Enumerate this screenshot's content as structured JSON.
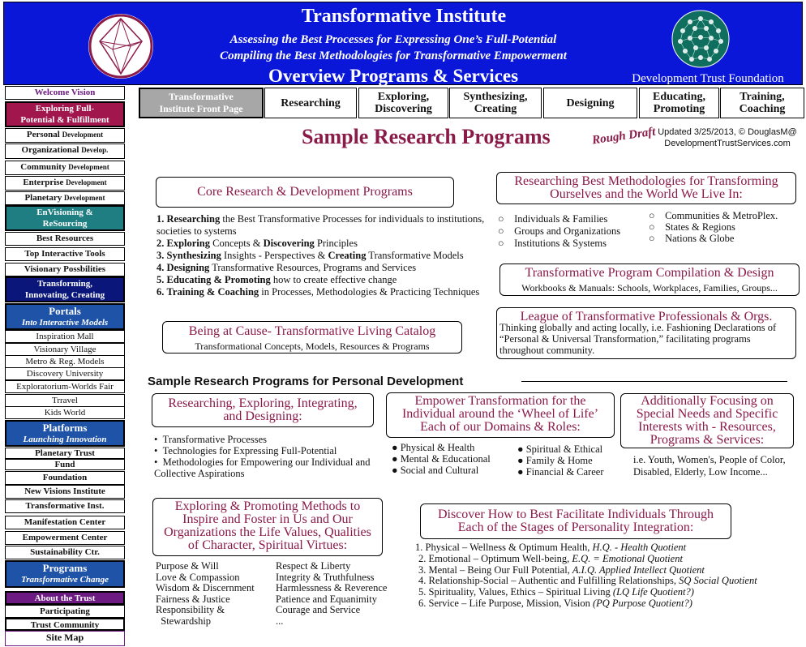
{
  "header": {
    "title": "Transformative Institute",
    "subtitle1": "Assessing the Best Processes for Expressing One’s Full-Potential",
    "subtitle2": "Compiling the Best Methodologies for Transformative Empowerment",
    "overview": "Overview Programs & Services",
    "org": "Development Trust Foundation"
  },
  "colors": {
    "header_bg": "#0a17d8",
    "maroon": "#8a1a48",
    "teal": "#1f7e82",
    "navy": "#0a167a",
    "blue": "#1f53a8",
    "purple": "#6d1a82"
  },
  "sidebar": {
    "welcome": "Welcome Vision",
    "exploring": [
      "Exploring Full-",
      "Potential & Fulfillment"
    ],
    "personal": "Personal",
    "personal_sub": "Development",
    "organizational": "Organizational",
    "organizational_sub": "Develop.",
    "community": "Community",
    "community_sub": "Development",
    "enterprise": "Enterprise",
    "enterprise_sub": "Development",
    "planetary": "Planetary",
    "planetary_sub": "Development",
    "envisioning": [
      "EnVisioning &",
      "ReSourcing"
    ],
    "best_resources": "Best Resources",
    "top_tools": "Top Interactive Tools",
    "visionary_poss": "Visionary Possbilities",
    "transforming": [
      "Transforming,",
      "Innovating, Creating"
    ],
    "portals": "Portals",
    "portals_sub": "Into Interactive Models",
    "portal_items": [
      "Inspiration Mall",
      "Visionary Village",
      "Metro & Reg. Models",
      "Discovery University",
      "Exploratorium-Worlds Fair",
      "Trravel",
      "Kids World"
    ],
    "platforms": "Platforms",
    "platforms_sub": "Launching Innovation",
    "planetary_trust": "Planetary Trust",
    "fund": "Fund",
    "foundation": "Foundation",
    "new_visions": "New Visions Institute",
    "transformative_inst": "Transformative Inst.",
    "manifestation": "Manifestation Center",
    "empowerment": "Empowerment Center",
    "sustainability": "Sustainability Ctr.",
    "programs": "Programs",
    "programs_sub": "Transformative Change",
    "about": "About the Trust",
    "participating": "Participating",
    "trust_community": "Trust Community",
    "site_map": "Site Map"
  },
  "tabs": {
    "front": [
      "Transformative",
      "Institute Front Page"
    ],
    "researching": "Researching",
    "exploring": [
      "Exploring,",
      "Discovering"
    ],
    "synthesizing": [
      "Synthesizing,",
      "Creating"
    ],
    "designing": "Designing",
    "educating": [
      "Educating,",
      "Promoting"
    ],
    "training": [
      "Training,",
      "Coaching"
    ]
  },
  "main": {
    "title": "Sample Research Programs",
    "rough": "Rough Draft",
    "updated": [
      "Updated 3/25/2013, © DouglasM@",
      "DevelopmentTrustServices.com"
    ],
    "core_box": "Core Research & Development Programs",
    "core_list": [
      {
        "n": "1.",
        "b": "Researching",
        "t": " the Best Transformative Processes for individuals to institutions, societies to systems"
      },
      {
        "n": "2.",
        "b": "Exploring",
        "t": " Concepts & ",
        "b2": "Discovering",
        "t2": " Principles"
      },
      {
        "n": "3.",
        "b": "Synthesizing",
        "t": " Insights - Perspectives & ",
        "b2": "Creating",
        "t2": " Transformative Models"
      },
      {
        "n": "4.",
        "b": "Designing",
        "t": " Transformative Resources, Programs and Services"
      },
      {
        "n": "5.",
        "b": "Educating & Promoting",
        "t": " how to create effective change"
      },
      {
        "n": "6.",
        "b": "Training & Coaching",
        "t": " in Processes, Methodologies & Practicing Techniques"
      }
    ],
    "cause_box": "Being at Cause- Transformative Living Catalog",
    "cause_sub": "Transformational Concepts, Models, Resources & Programs",
    "methods_box": [
      "Researching Best Methodologies for Transforming",
      "Ourselves and the World We Live In:"
    ],
    "methods_left": [
      "Individuals & Families",
      "Groups and Organizations",
      "Institutions & Systems"
    ],
    "methods_right": [
      "Communities & MetroPlex.",
      "States & Regions",
      "Nations & Globe"
    ],
    "compilation_box": "Transformative Program Compilation & Design",
    "compilation_sub": "Workbooks & Manuals: Schools, Workplaces, Families, Groups...",
    "league_box": "League of Transformative Professionals & Orgs.",
    "league_text": "Thinking globally and acting locally, i.e. Fashioning Declarations of “Personal & Universal Transformation,” facilitating programs throughout community.",
    "section_title": "Sample Research Programs for Personal Development",
    "rei_box": [
      "Researching, Exploring, Integrating,",
      "and Designing:"
    ],
    "rei_list": [
      "Transformative Processes",
      "Technologies for Expressing Full-Potential",
      "Methodologies for Empowering our Individual and Collective Aspirations"
    ],
    "wheel_box": [
      "Empower Transformation for the",
      "Individual around the ‘Wheel of Life’",
      "Each of our Domains &  Roles:"
    ],
    "wheel_left": [
      "Physical & Health",
      "Mental & Educational",
      "Social and Cultural"
    ],
    "wheel_right": [
      "Spiritual & Ethical",
      "Family & Home",
      "Financial & Career"
    ],
    "special_box": [
      "Additionally Focusing on",
      "Special Needs and Specific",
      "Interests with - Resources,",
      "Programs & Services:"
    ],
    "special_text": "i.e. Youth, Women's, People of Color, Disabled, Elderly, Low Income...",
    "values_box": [
      "Exploring & Promoting Methods to",
      "Inspire and Foster in Us and Our",
      "Organizations the Life Values, Qualities",
      "of Character, Spiritual Virtues:"
    ],
    "values_left": [
      "Purpose & Will",
      "Love & Compassion",
      "Wisdom & Discernment",
      "Fairness & Justice",
      "Responsibility &",
      "  Stewardship"
    ],
    "values_right": [
      "Respect & Liberty",
      "Integrity & Truthfulness",
      "Harmlessness & Reverence",
      "Patience and Equanimity",
      "Courage and Service",
      "..."
    ],
    "stages_box": [
      "Discover How to Best Facilitate Individuals Through",
      "Each of the Stages of Personality Integration:"
    ],
    "stages": [
      {
        "n": "1. Physical – Wellness & Optimum Health, ",
        "i": "H.Q. - Health Quotient"
      },
      {
        "n": "2. Emotional – Optimum Well-being, ",
        "i": "E.Q. = Emotional Quotient"
      },
      {
        "n": "3. Mental – Being Our Full Potential, ",
        "i": "A.I.Q. Applied Intellect Quotient"
      },
      {
        "n": "4. Relationship-Social – Authentic and Fulfilling Relationships, ",
        "i": "SQ Social Quotient"
      },
      {
        "n": "5. Spirituality, Values, Ethics – Spiritual Living ",
        "i": "(LQ Life Quotient?)"
      },
      {
        "n": "6. Service – Life Purpose, Mission, Vision ",
        "i": "(PQ Purpose Quotient?)"
      }
    ]
  }
}
